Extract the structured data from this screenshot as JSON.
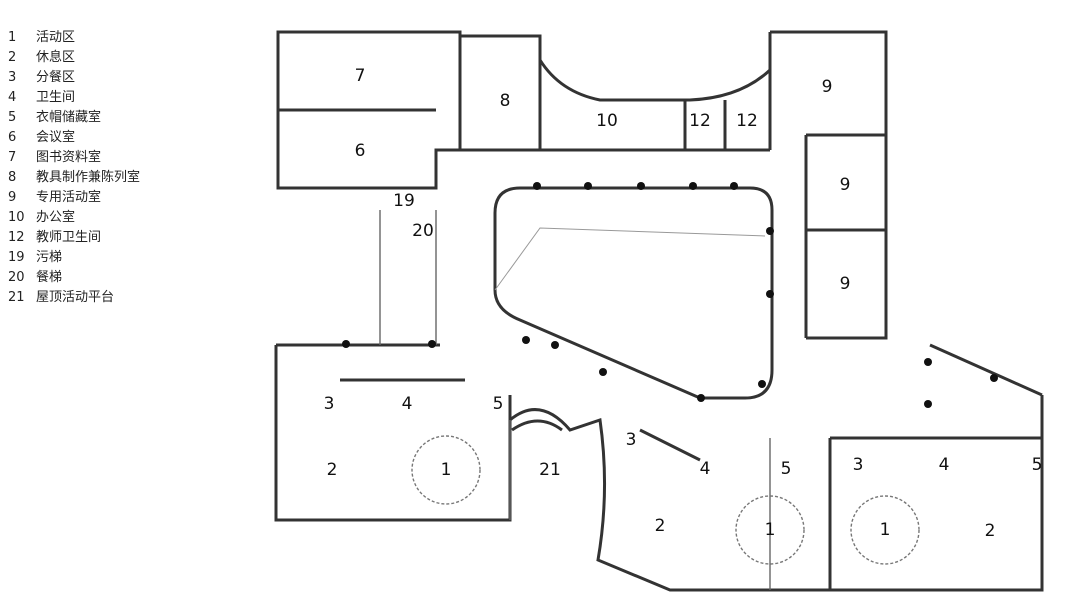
{
  "legend": [
    {
      "num": "1",
      "label": "活动区"
    },
    {
      "num": "2",
      "label": "休息区"
    },
    {
      "num": "3",
      "label": "分餐区"
    },
    {
      "num": "4",
      "label": "卫生间"
    },
    {
      "num": "5",
      "label": "衣帽储藏室"
    },
    {
      "num": "6",
      "label": "会议室"
    },
    {
      "num": "7",
      "label": "图书资料室"
    },
    {
      "num": "8",
      "label": "教具制作兼陈列室"
    },
    {
      "num": "9",
      "label": "专用活动室"
    },
    {
      "num": "10",
      "label": "办公室"
    },
    {
      "num": "12",
      "label": "教师卫生间"
    },
    {
      "num": "19",
      "label": "污梯"
    },
    {
      "num": "20",
      "label": "餐梯"
    },
    {
      "num": "21",
      "label": "屋顶活动平台"
    }
  ],
  "room_labels": [
    "7",
    "6",
    "8",
    "10",
    "12",
    "12",
    "9",
    "9",
    "9",
    "19",
    "20",
    "3",
    "4",
    "5",
    "1",
    "2",
    "21",
    "3",
    "4",
    "5",
    "2",
    "1",
    "3",
    "4",
    "5",
    "1",
    "2"
  ]
}
